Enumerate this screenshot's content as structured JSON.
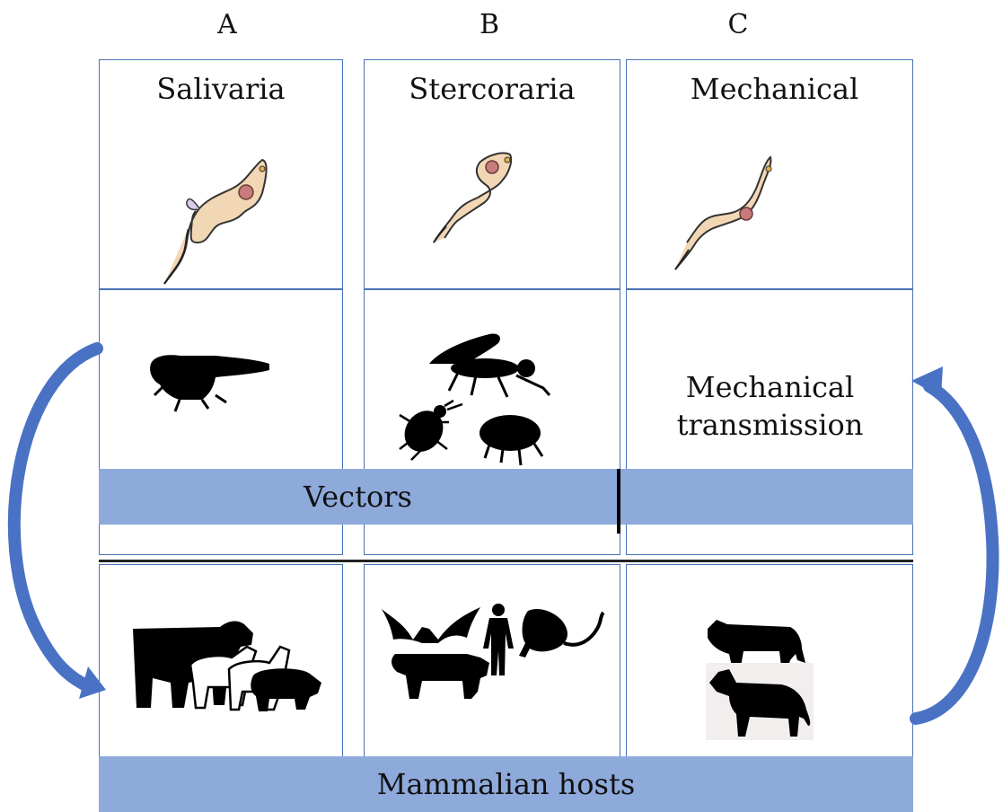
{
  "columns": [
    {
      "letter": "A",
      "title": "Salivaria"
    },
    {
      "letter": "B",
      "title": "Stercoraria"
    },
    {
      "letter": "C",
      "title": "Mechanical"
    }
  ],
  "mechanical_transmission": {
    "line1": "Mechanical",
    "line2": "transmission"
  },
  "bands": {
    "vectors": "Vectors",
    "hosts": "Mammalian hosts"
  },
  "colors": {
    "band": "#8eaadb",
    "arrow": "#4a72c4",
    "cell_border": "#4a72b8",
    "parasite_body": "#f2d7b4",
    "nucleus": "#c97b7b"
  },
  "icons": {
    "parasites": [
      "trypanosome-icon",
      "trypanosome-icon",
      "trypanosome-icon"
    ],
    "vectors": [
      "tsetse-fly-icon",
      "horse-fly-icon",
      "triatomine-bug-icon",
      "flea-icon"
    ],
    "hosts": [
      "cattle-icon",
      "sheep-icon",
      "goat-icon",
      "pig-icon",
      "bat-icon",
      "human-icon",
      "rat-icon",
      "cow-icon",
      "cow-icon",
      "horse-icon"
    ]
  }
}
